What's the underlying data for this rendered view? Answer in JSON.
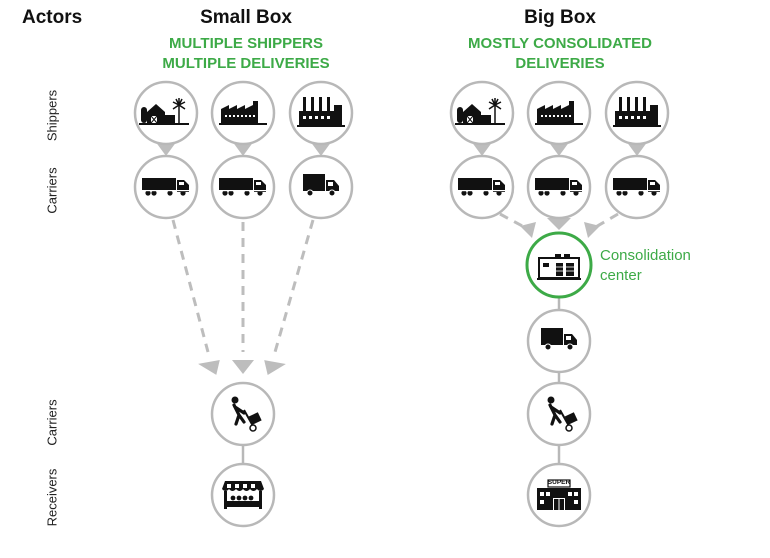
{
  "header": {
    "actors_label": "Actors",
    "small_box": {
      "title": "Small Box",
      "subtitle_line1": "MULTIPLE SHIPPERS",
      "subtitle_line2": "MULTIPLE DELIVERIES"
    },
    "big_box": {
      "title": "Big Box",
      "subtitle_line1": "MOSTLY CONSOLIDATED",
      "subtitle_line2": "DELIVERIES"
    }
  },
  "row_labels": {
    "shippers": "Shippers",
    "carriers_top": "Carriers",
    "carriers_bottom": "Carriers",
    "receivers": "Receivers"
  },
  "consolidation": {
    "line1": "Consolidation",
    "line2": "center"
  },
  "store_sign": "SUPER",
  "colors": {
    "accent_green": "#3daa47",
    "circle_gray": "#b8b8b8",
    "arrow_gray": "#bdbdbd",
    "icon_black": "#111111"
  },
  "icons": {
    "small_box_shippers": [
      "farm-icon",
      "factory-icon",
      "industrial-plant-icon"
    ],
    "small_box_carriers": [
      "semi-truck-icon",
      "semi-truck-icon",
      "box-truck-icon"
    ],
    "small_box_receiver_carrier": "hand-truck-worker-icon",
    "small_box_receiver": "market-stall-icon",
    "big_box_shippers": [
      "farm-icon",
      "factory-icon",
      "industrial-plant-icon"
    ],
    "big_box_carriers": [
      "semi-truck-icon",
      "semi-truck-icon",
      "semi-truck-icon"
    ],
    "consolidation_center": "warehouse-icon",
    "big_box_delivery_truck": "box-truck-icon",
    "big_box_receiver_carrier": "hand-truck-worker-icon",
    "big_box_receiver": "supermarket-icon"
  }
}
